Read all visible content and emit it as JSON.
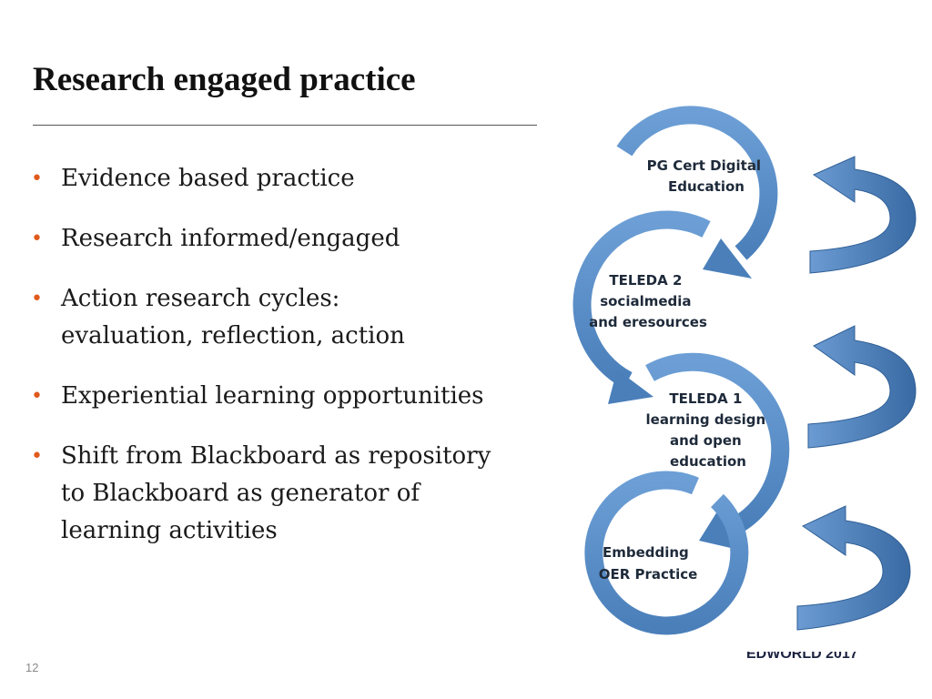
{
  "slide": {
    "title": "Research engaged practice",
    "page_number": "12",
    "footer_brand": "EDWORLD 2017"
  },
  "bullets": [
    {
      "lines": [
        "Evidence based practice"
      ]
    },
    {
      "lines": [
        "Research informed/engaged"
      ]
    },
    {
      "lines": [
        "Action research cycles:",
        "evaluation, reflection, action"
      ]
    },
    {
      "lines": [
        "Experiential learning opportunities"
      ]
    },
    {
      "lines": [
        "Shift from Blackboard as repository",
        "to Blackboard as generator of",
        "learning activities"
      ]
    }
  ],
  "diagram": {
    "stages": [
      {
        "lines": [
          "PG Cert Digital",
          "Education"
        ]
      },
      {
        "lines": [
          "TELEDA 2",
          "socialmedia",
          "and eresources"
        ]
      },
      {
        "lines": [
          "TELEDA 1",
          "learning design",
          "and open",
          "education"
        ]
      },
      {
        "lines": [
          "Embedding",
          "OER Practice"
        ]
      }
    ],
    "colors": {
      "cycle": "#5b8fc9",
      "cycle_dark": "#3c6fa8",
      "arrow": "#4a7fba"
    }
  }
}
